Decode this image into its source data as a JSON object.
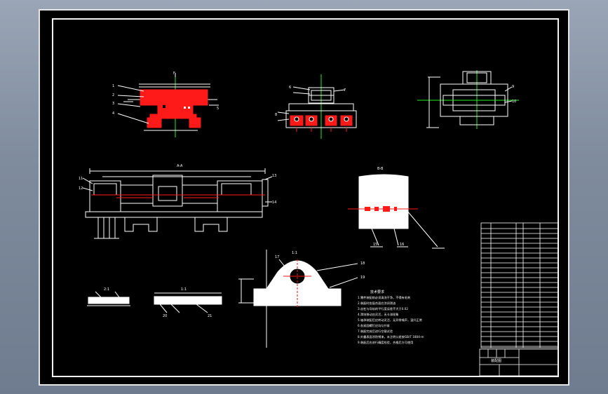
{
  "drawing": {
    "view_labels": {
      "top_left": "F",
      "section_aa": "A-A",
      "section_bb": "B-B",
      "support": "1:1",
      "plate_a": "2:1",
      "plate_b": "1:1"
    },
    "callouts": {
      "front": [
        "1",
        "2",
        "3",
        "4",
        "5"
      ],
      "middle": [
        "6",
        "7",
        "8"
      ],
      "right": [
        "9",
        "10"
      ],
      "section": [
        "11",
        "12",
        "13",
        "14",
        "15",
        "16"
      ],
      "lower": [
        "17",
        "18",
        "19",
        "20",
        "21"
      ]
    },
    "notes_title": "技术要求",
    "notes": [
      "1.零件装配前必须清洗干净，不得有毛刺",
      "2.装配时各配合面应涂润滑油",
      "3.丝杠与导轨的平行度误差不大于0.02",
      "4.滑块移动应灵活，无卡滞现象",
      "5.轴承装配后应转动灵活，无异常噪声，温升正常",
      "6.各紧固螺钉应均匀拧紧",
      "7.装配完成后进行空载试验",
      "8.外露表面涂防锈漆，未注明公差按GB/T 1804-m",
      "9.装配后应进行精度检验，合格后方可使用"
    ],
    "title_block": {
      "drawing_title": "装配图"
    },
    "colors": {
      "line": "#ffffff",
      "accent": "#ff1a1a",
      "center": "#22ee22",
      "frame": "#e6e6e6"
    }
  }
}
